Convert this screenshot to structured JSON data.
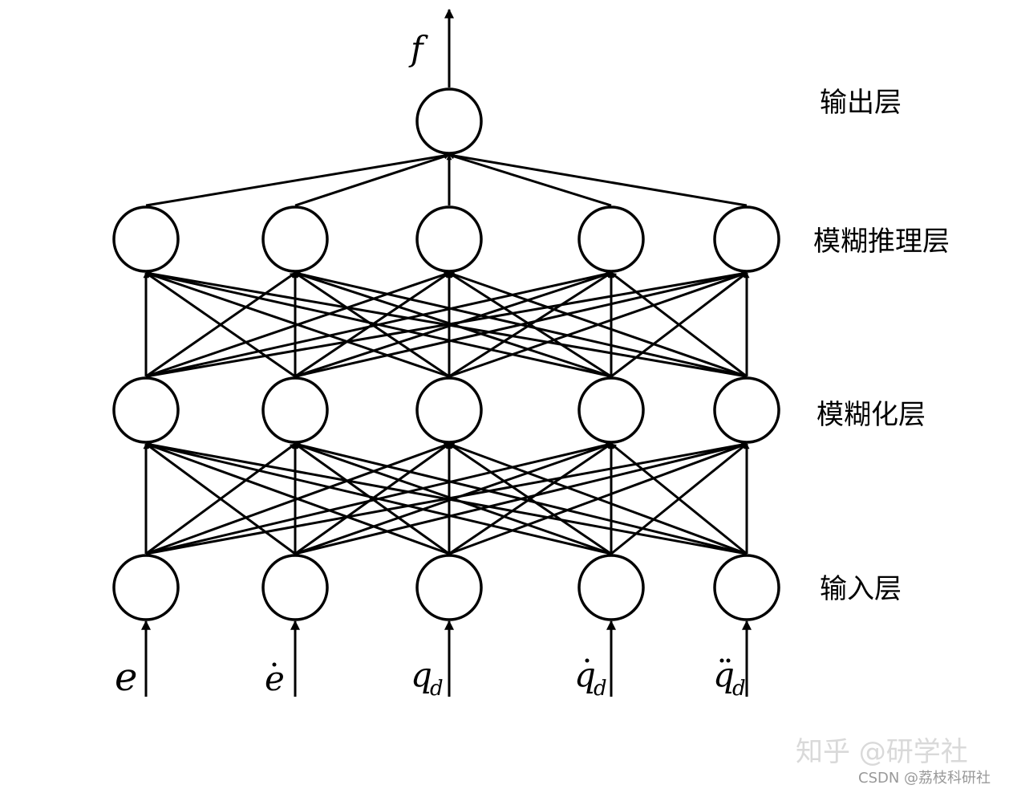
{
  "layers": [
    {
      "id": "output",
      "label": "输出层",
      "node_count": 1
    },
    {
      "id": "rule",
      "label": "模糊推理层",
      "node_count": 5
    },
    {
      "id": "fuzzify",
      "label": "模糊化层",
      "node_count": 5
    },
    {
      "id": "input",
      "label": "输入层",
      "node_count": 5
    }
  ],
  "inputs": [
    {
      "base": "e",
      "sub": "",
      "dots": 0
    },
    {
      "base": "e",
      "sub": "",
      "dots": 1
    },
    {
      "base": "q",
      "sub": "d",
      "dots": 0
    },
    {
      "base": "q",
      "sub": "d",
      "dots": 1
    },
    {
      "base": "q",
      "sub": "d",
      "dots": 2
    }
  ],
  "output_symbol": "f",
  "watermark": {
    "main": "知乎 @研学社",
    "sub": "CSDN @荔枝科研社"
  }
}
